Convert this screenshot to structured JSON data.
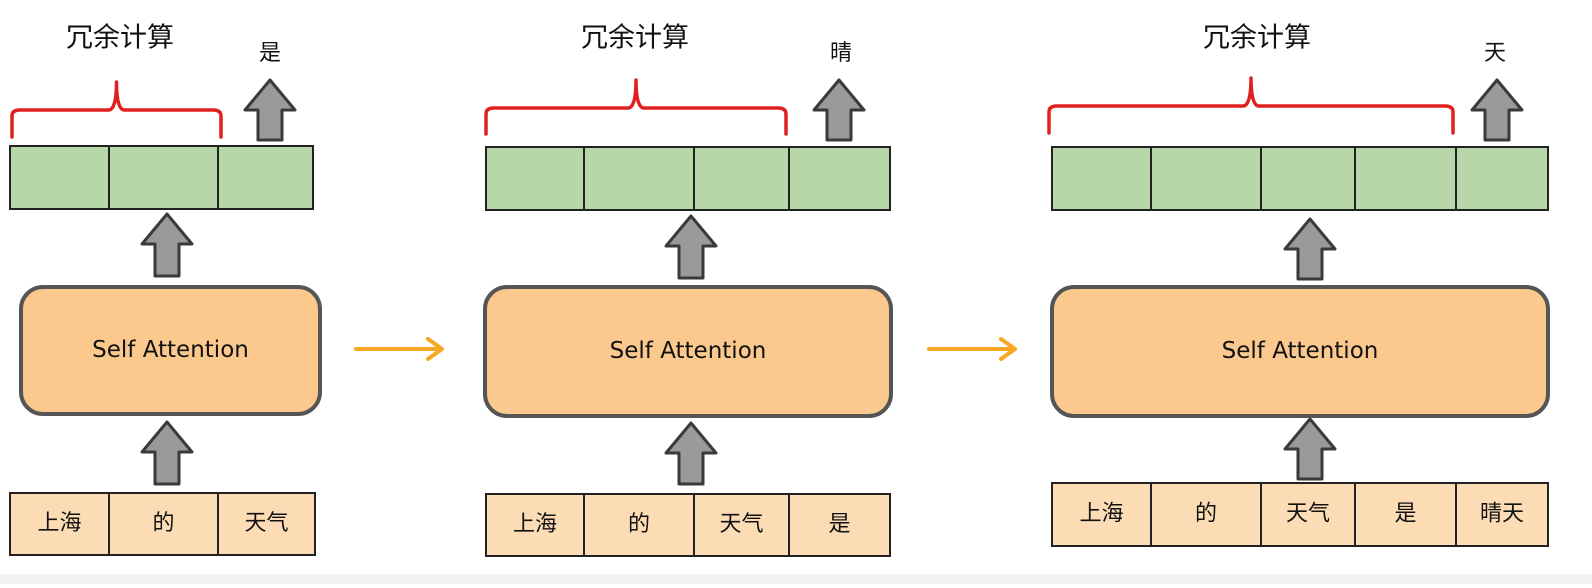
{
  "colors": {
    "brace": "#e02020",
    "output_fill": "#b7d7a8",
    "input_fill": "#fcdcb4",
    "attention_fill": "#fbc98e",
    "attention_stroke": "#555555",
    "arrow_fill": "#9a9a9a",
    "arrow_stroke": "#3a3a3a",
    "transition_arrow": "#f5a623",
    "cell_stroke": "#222222"
  },
  "steps": [
    {
      "redundant_label": "冗余计算",
      "predicted_token": "是",
      "attention_label": "Self Attention",
      "input_tokens": [
        "上海",
        "的",
        "天气"
      ],
      "output_cell_count": 3
    },
    {
      "redundant_label": "冗余计算",
      "predicted_token": "晴",
      "attention_label": "Self Attention",
      "input_tokens": [
        "上海",
        "的",
        "天气",
        "是"
      ],
      "output_cell_count": 4
    },
    {
      "redundant_label": "冗余计算",
      "predicted_token": "天",
      "attention_label": "Self Attention",
      "input_tokens": [
        "上海",
        "的",
        "天气",
        "是",
        "晴天"
      ],
      "output_cell_count": 5
    }
  ]
}
